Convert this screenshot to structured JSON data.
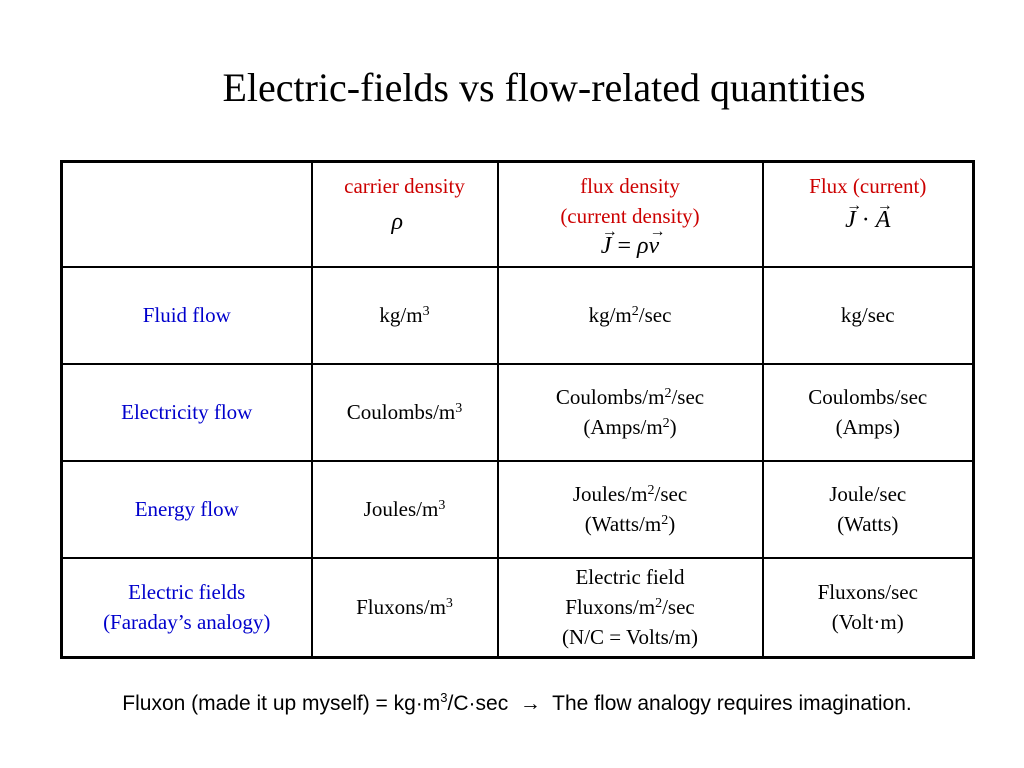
{
  "title": "Electric-fields vs flow-related quantities",
  "headers": [
    {
      "label": "carrier density",
      "formula": "ρ"
    },
    {
      "label": "flux density",
      "label2": "(current density)",
      "formula_lhs": "J",
      "formula_eq": "=",
      "formula_rho": "ρ",
      "formula_rhs": "v"
    },
    {
      "label": "Flux (current)",
      "formula_lhs": "J",
      "formula_dot": "·",
      "formula_rhs": "A"
    }
  ],
  "rows": [
    {
      "name": "Fluid flow",
      "c1": {
        "text": "kg/m",
        "sup": "3"
      },
      "c2": {
        "pre": "kg/m",
        "sup": "2",
        "post": "/sec"
      },
      "c3": {
        "line1": "kg/sec"
      }
    },
    {
      "name": "Electricity flow",
      "c1": {
        "text": "Coulombs/m",
        "sup": "3"
      },
      "c2": {
        "pre": "Coulombs/m",
        "sup": "2",
        "post": "/sec",
        "l2pre": "(Amps/m",
        "l2sup": "2",
        "l2post": ")"
      },
      "c3": {
        "line1": "Coulombs/sec",
        "line2": "(Amps)"
      }
    },
    {
      "name": "Energy flow",
      "c1": {
        "text": "Joules/m",
        "sup": "3"
      },
      "c2": {
        "pre": "Joules/m",
        "sup": "2",
        "post": "/sec",
        "l2pre": "(Watts/m",
        "l2sup": "2",
        "l2post": ")"
      },
      "c3": {
        "line1": "Joule/sec",
        "line2": "(Watts)"
      }
    },
    {
      "name": "Electric fields",
      "name2": "(Faraday’s analogy)",
      "c1": {
        "text": "Fluxons/m",
        "sup": "3"
      },
      "c2": {
        "line0": "Electric field",
        "pre": "Fluxons/m",
        "sup": "2",
        "post": "/sec",
        "l2pre": "(N/C = Volts/m)"
      },
      "c3": {
        "line1": "Fluxons/sec",
        "line2": "(Volt·m)"
      }
    }
  ],
  "footnote": {
    "pre": "Fluxon (made it up myself) = kg·m",
    "sup": "3",
    "post": "/C·sec",
    "arrow": "→",
    "tail": "The flow analogy requires imagination."
  },
  "colors": {
    "header": "#cc0000",
    "row_label": "#0000cc"
  }
}
